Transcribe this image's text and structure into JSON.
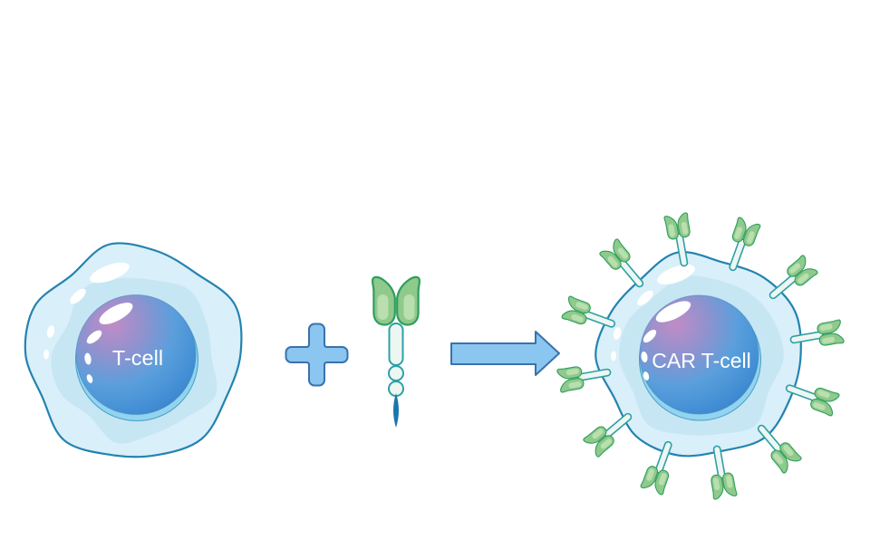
{
  "diagram": {
    "cells": {
      "t_cell": {
        "label": "T-cell"
      },
      "car_t_cell": {
        "label": "CAR T-cell",
        "receptor_count": 12
      }
    },
    "operators": {
      "plus": "+",
      "arrow": "→"
    },
    "receptor_angles_deg": [
      -70,
      -40,
      -10,
      20,
      50,
      80,
      110,
      140,
      170,
      200,
      230,
      260
    ],
    "colors": {
      "background": "#ffffff",
      "membrane": "#2483b0",
      "cytoplasm": "#d9eff9",
      "cytoplasm_shade": "#c7e6f3",
      "nucleus_rim": "#92d4ef",
      "nucleus_rim_edge": "#44a0c6",
      "nucleus_purple": "#c18cc6",
      "nucleus_blue": "#3779c0",
      "nucleus_edge": "#4689c2",
      "receptor_green": "#8fc98c",
      "receptor_green_dark": "#2e9e5c",
      "receptor_green_light": "#b9dfae",
      "receptor_stalk_fill": "#edf7f1",
      "receptor_stalk_stroke": "#2f9fa8",
      "receptor_tail": "#1b77ab",
      "connector_fill": "#8ac6f0",
      "connector_stroke": "#3a72ab",
      "label_text": "#ffffff",
      "highlight": "#ffffff"
    }
  }
}
